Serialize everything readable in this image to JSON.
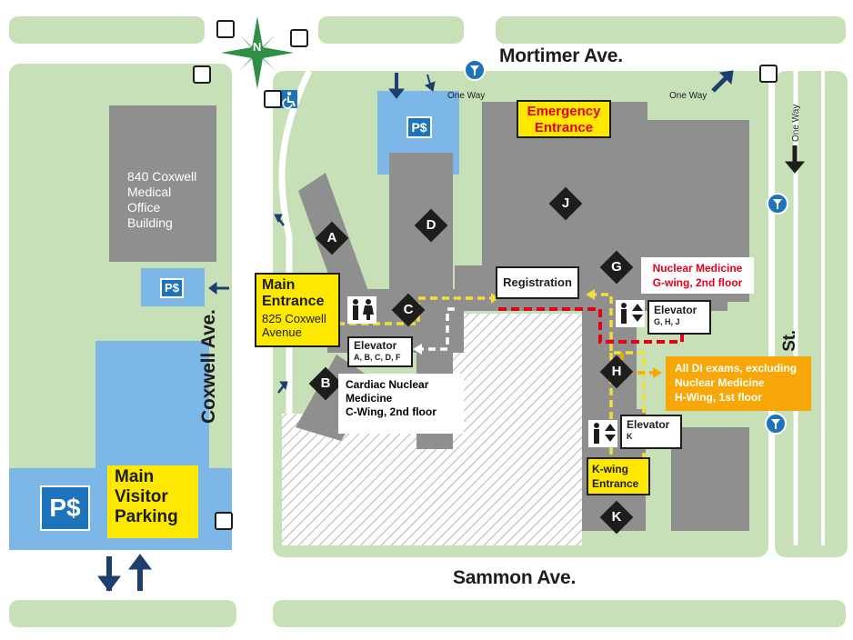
{
  "streets": {
    "mortimer": "Mortimer Ave.",
    "sammon": "Sammon Ave.",
    "coxwell": "Coxwell Ave.",
    "right_street_fragment": "t St.",
    "one_way_1": "One Way",
    "one_way_2": "One Way",
    "one_way_3": "One Way"
  },
  "compass": {
    "north": "N"
  },
  "buildings": {
    "office": "840 Coxwell Medical Office Building"
  },
  "wings": [
    "A",
    "B",
    "C",
    "D",
    "G",
    "H",
    "J",
    "K"
  ],
  "labels": {
    "emergency": "Emergency Entrance",
    "main_entrance_title": "Main Entrance",
    "main_entrance_address": "825 Coxwell Avenue",
    "registration": "Registration",
    "nuclear_medicine_line1": "Nuclear Medicine",
    "nuclear_medicine_line2": "G-wing, 2nd floor",
    "elevator_ghj_title": "Elevator",
    "elevator_ghj_wings": "G, H, J",
    "elevator_abcdf_title": "Elevator",
    "elevator_abcdf_wings": "A, B, C, D, F",
    "elevator_k_title": "Elevator",
    "elevator_k_wing": "K",
    "cardiac_line1": "Cardiac Nuclear",
    "cardiac_line2": "Medicine",
    "cardiac_line3": "C-Wing, 2nd floor",
    "di_line1": "All DI exams, excluding",
    "di_line2": "Nuclear Medicine",
    "di_line3": "H-Wing, 1st floor",
    "kwing_entrance": "K-wing Entrance",
    "main_visitor_parking": "Main Visitor Parking"
  },
  "parking_symbol": "P$",
  "colors": {
    "grass": "#c8e0b8",
    "building": "#8f8f8f",
    "parking": "#7db7e8",
    "parking_icon": "#1e74bb",
    "label_yellow": "#ffe800",
    "di_orange": "#f7a707",
    "route_red": "#e3001b",
    "route_yellow": "#f4dd3a",
    "route_white": "#ffffff",
    "arrow_navy": "#1d3f6e"
  },
  "icons": [
    "bus-stop-icon",
    "accessibility-icon",
    "compass-rose-icon",
    "paid-parking-icon",
    "taxi-stand-icon",
    "elevator-icon",
    "washroom-icon",
    "one-way-arrow-icon"
  ]
}
